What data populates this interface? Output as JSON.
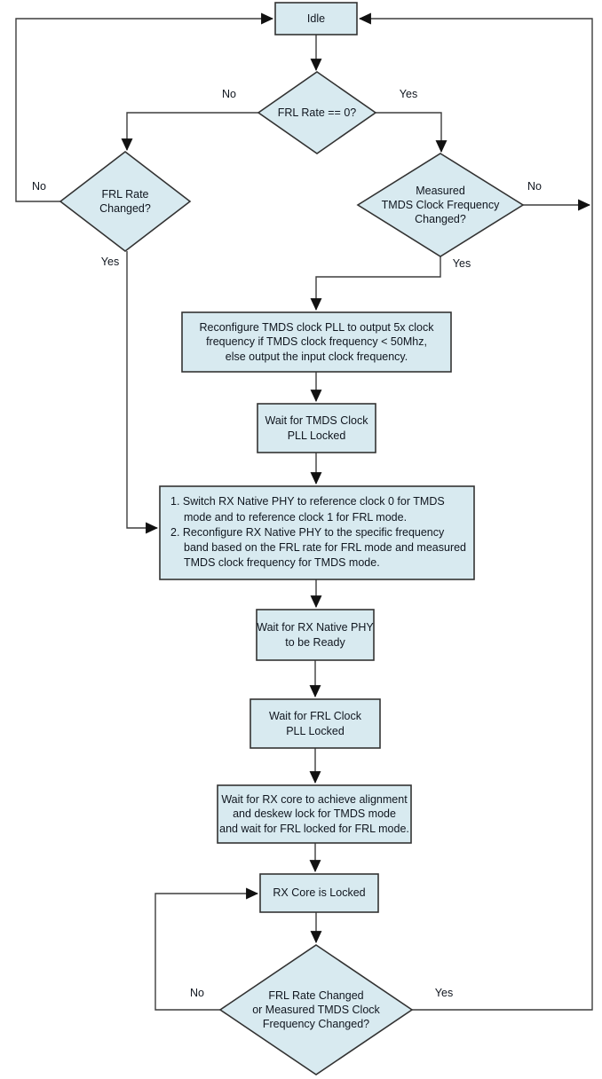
{
  "colors": {
    "node_fill": "#d8eaf0",
    "node_border": "#333333",
    "connector": "#3d3d3d",
    "arrowhead": "#111111",
    "text": "#10161f",
    "background": "#ffffff"
  },
  "nodes": {
    "idle": {
      "label": "Idle"
    },
    "frl_rate_zero": {
      "label": "FRL Rate == 0?"
    },
    "frl_rate_changed": {
      "lines": [
        "FRL Rate",
        "Changed?"
      ]
    },
    "tmds_freq_changed": {
      "lines": [
        "Measured",
        "TMDS Clock Frequency",
        "Changed?"
      ]
    },
    "reconfigure_pll": {
      "lines": [
        "Reconfigure TMDS clock PLL to output 5x clock",
        "frequency if TMDS clock frequency < 50Mhz,",
        "else output the input clock frequency."
      ]
    },
    "wait_tmds_pll": {
      "lines": [
        "Wait for TMDS Clock",
        "PLL Locked"
      ]
    },
    "switch_phy": {
      "items": [
        "1. Switch RX Native PHY to reference clock 0 for TMDS mode and to reference clock 1 for FRL mode.",
        "2. Reconfigure RX Native PHY to the specific frequency band based on the FRL rate for FRL mode and measured TMDS clock frequency for TMDS mode."
      ]
    },
    "wait_phy_ready": {
      "lines": [
        "Wait for RX Native PHY",
        "to be Ready"
      ]
    },
    "wait_frl_pll": {
      "lines": [
        "Wait for FRL Clock",
        "PLL Locked"
      ]
    },
    "wait_rx_lock": {
      "lines": [
        "Wait for RX core to achieve alignment",
        "and deskew lock for TMDS mode",
        "and wait for FRL locked for FRL mode."
      ]
    },
    "rx_core_locked": {
      "label": "RX Core is Locked"
    },
    "rate_or_freq_changed": {
      "lines": [
        "FRL Rate Changed",
        "or Measured TMDS Clock",
        "Frequency Changed?"
      ]
    }
  },
  "edge_labels": {
    "frl_rate_zero_no": "No",
    "frl_rate_zero_yes": "Yes",
    "frl_rate_changed_no": "No",
    "frl_rate_changed_yes": "Yes",
    "tmds_freq_changed_no": "No",
    "tmds_freq_changed_yes": "Yes",
    "rate_or_freq_changed_no": "No",
    "rate_or_freq_changed_yes": "Yes"
  }
}
